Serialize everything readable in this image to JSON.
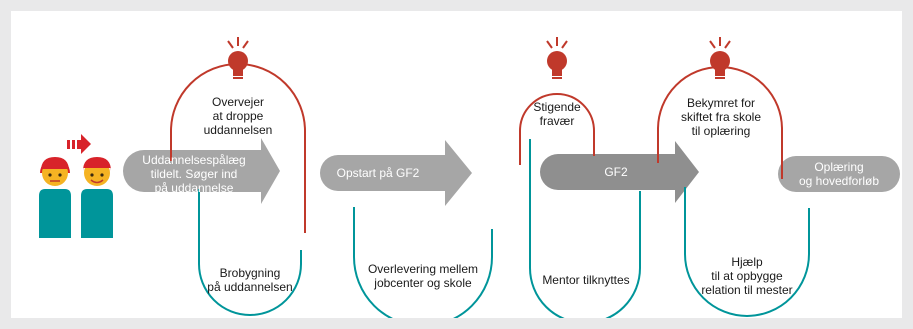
{
  "colors": {
    "accent_red": "#c0392b",
    "teal": "#00959a",
    "step_gray": "#a6a6a6",
    "arrow_gray": "#8f8f8f",
    "skin": "#f5b323",
    "hair": "#d8232a"
  },
  "icons": {
    "figures": "student-figures-icon",
    "arrow": "right-arrow-icon",
    "bulb": "lightbulb-icon"
  },
  "steps": [
    {
      "label": "Uddannelsespålæg\ntildelt. Søger ind\npå uddannelse"
    },
    {
      "label": "Opstart på GF2"
    },
    {
      "label": "GF2"
    },
    {
      "label": "Oplæring\nog hovedforløb"
    }
  ],
  "risks": [
    {
      "label": "Overvejer\nat droppe\nuddannelsen"
    },
    {
      "label": "Stigende\nfravær"
    },
    {
      "label": "Bekymret for\nskiftet fra skole\ntil oplæring"
    }
  ],
  "supports": [
    {
      "label": "Brobygning\npå uddannelsen"
    },
    {
      "label": "Overlevering mellem\njobcenter og skole"
    },
    {
      "label": "Mentor tilknyttes"
    },
    {
      "label": "Hjælp\ntil at opbygge\nrelation til mester"
    }
  ]
}
